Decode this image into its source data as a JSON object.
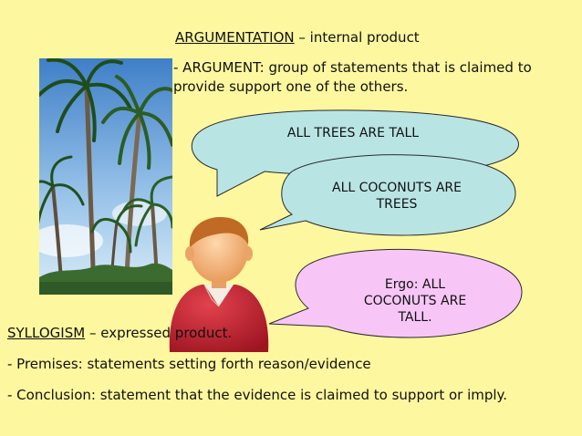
{
  "title": {
    "term": "ARGUMENTATION",
    "rest": " – internal product"
  },
  "argument_def": "- ARGUMENT: group of statements that is claimed to provide support one of the others.",
  "bubbles": {
    "premise_1": "ALL TREES ARE TALL",
    "premise_2": "ALL COCONUTS ARE TREES",
    "conclusion": "Ergo:  ALL COCONUTS ARE TALL."
  },
  "syllogism": {
    "term": "SYLLOGISM",
    "rest": " – expressed product."
  },
  "premises_def": "- Premises: statements setting forth reason/evidence",
  "conclusion_def": "- Conclusion: statement that the evidence is claimed to support or imply.",
  "colors": {
    "background": "#fdf79f",
    "bubble_blue": "#b9e4e4",
    "bubble_pink": "#f7c6f7",
    "shirt": "#c02433",
    "skin": "#f2b27a",
    "hair": "#c06a25"
  },
  "icons": {
    "photo": "palm-trees-photo",
    "person": "person-icon"
  }
}
